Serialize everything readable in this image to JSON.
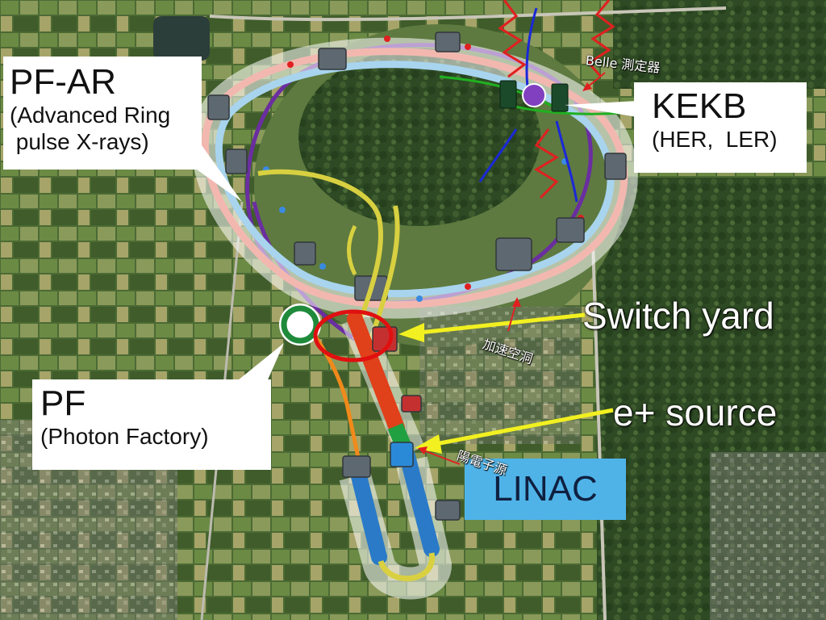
{
  "callouts": {
    "pf_ar": {
      "title": "PF-AR",
      "line1": "(Advanced Ring",
      "line2": " pulse X-rays)"
    },
    "kekb": {
      "title": "KEKB",
      "subtitle": "(HER,  LER)"
    },
    "pf": {
      "title": "PF",
      "subtitle": "(Photon Factory)"
    },
    "linac": {
      "title": "LINAC"
    }
  },
  "overlay_labels": {
    "switch_yard": "Switch yard",
    "e_plus_source": "e+ source"
  },
  "japanese_labels": {
    "belle_detector": "Belle 測定器",
    "accelerating_cavity": "加速空洞",
    "positron_source": "陽電子源"
  },
  "colors": {
    "linac_box": "#4fb3e8",
    "arrow_yellow": "#f2f020",
    "arrow_red": "#e02020",
    "highlight_circle": "#e01010",
    "linac_tube": "#e0401a",
    "ring_purple": "#6a2ea0",
    "ring_pink": "#f2b8b0",
    "ring_lightblue": "#a8d4ee",
    "magnet_gray": "#5e6870",
    "beam_yellow": "#d8d040",
    "pf_ring_green": "#1e8a3a",
    "photon_blue": "#1a28d8",
    "photon_green": "#20b020"
  },
  "icons": [
    "magnet-block-icon",
    "belle-detector-icon"
  ]
}
